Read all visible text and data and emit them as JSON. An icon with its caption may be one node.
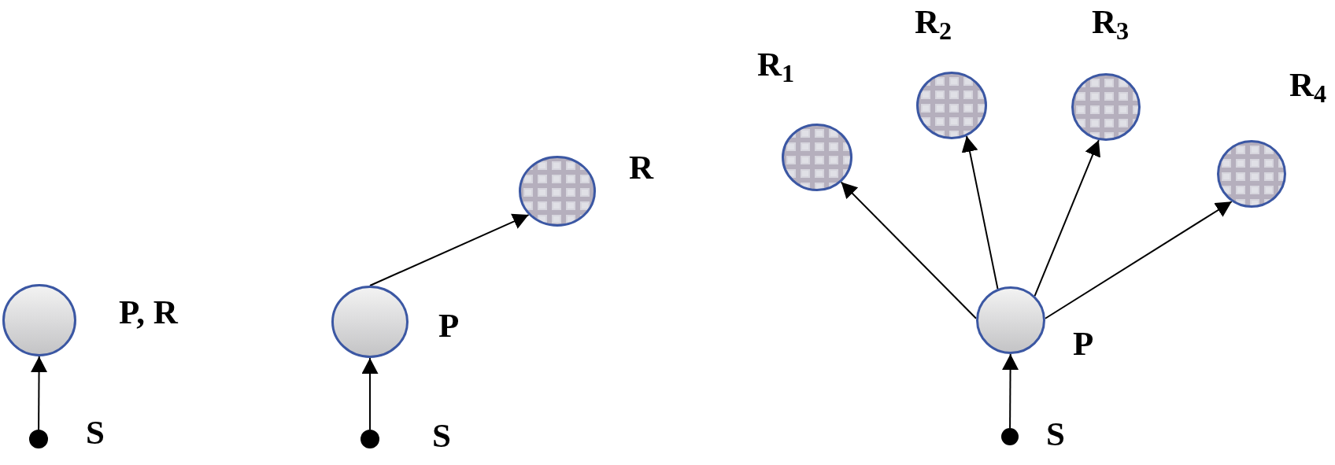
{
  "diagram": {
    "nodes": [
      {
        "text": [],
        "shape": "circle",
        "beside": [
          "P, R"
        ]
      },
      {
        "text": [],
        "shape": "dot",
        "beside": [
          "S"
        ]
      },
      {
        "text": [],
        "shape": "circle",
        "beside": [
          "R"
        ]
      },
      {
        "text": [],
        "shape": "circle",
        "beside": [
          "P"
        ]
      },
      {
        "text": [],
        "shape": "dot",
        "beside": [
          "S"
        ]
      },
      {
        "text": [],
        "shape": "circle",
        "beside": [
          "R$_{1}$"
        ]
      },
      {
        "text": [],
        "shape": "circle",
        "beside": [
          "R$_{2}$"
        ]
      },
      {
        "text": [],
        "shape": "circle",
        "beside": [
          "R$_{3}$"
        ]
      },
      {
        "text": [],
        "shape": "circle",
        "beside": [
          "R$_{4}$"
        ]
      },
      {
        "text": [],
        "shape": "circle",
        "beside": [
          "P"
        ]
      },
      {
        "text": [],
        "shape": "dot",
        "beside": [
          "S"
        ]
      }
    ],
    "edges": [
      {
        "from": 1,
        "to": 0,
        "arrow": "to"
      },
      {
        "from": 4,
        "to": 3,
        "arrow": "to"
      },
      {
        "from": 3,
        "to": 2,
        "arrow": "to"
      },
      {
        "from": 10,
        "to": 9,
        "arrow": "to"
      },
      {
        "from": 9,
        "to": 5,
        "arrow": "to"
      },
      {
        "from": 9,
        "to": 6,
        "arrow": "to"
      },
      {
        "from": 9,
        "to": 7,
        "arrow": "to"
      },
      {
        "from": 9,
        "to": 8,
        "arrow": "to"
      }
    ]
  }
}
